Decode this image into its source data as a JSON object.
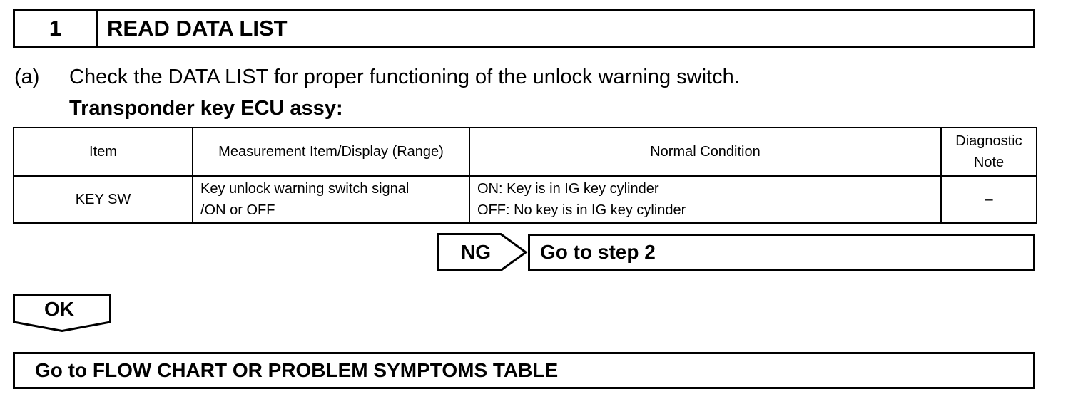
{
  "step": {
    "number": "1",
    "title": "READ DATA LIST"
  },
  "instruction": {
    "label": "(a)",
    "text": "Check the DATA LIST for proper functioning of the unlock warning switch."
  },
  "subheading": "Transponder key ECU assy:",
  "table": {
    "headers": {
      "item": "Item",
      "measurement": "Measurement Item/Display (Range)",
      "normal": "Normal Condition",
      "diag_line1": "Diagnostic",
      "diag_line2": "Note"
    },
    "rows": [
      {
        "item": "KEY SW",
        "measurement_line1": "Key unlock warning switch signal",
        "measurement_line2": "/ON or OFF",
        "normal_line1": "ON: Key is in IG key cylinder",
        "normal_line2": "OFF: No key is in IG key cylinder",
        "diag": "–"
      }
    ]
  },
  "ng": {
    "label": "NG",
    "text": "Go to step 2"
  },
  "ok": {
    "label": "OK"
  },
  "final": {
    "text": "Go to FLOW CHART OR PROBLEM SYMPTOMS TABLE"
  }
}
